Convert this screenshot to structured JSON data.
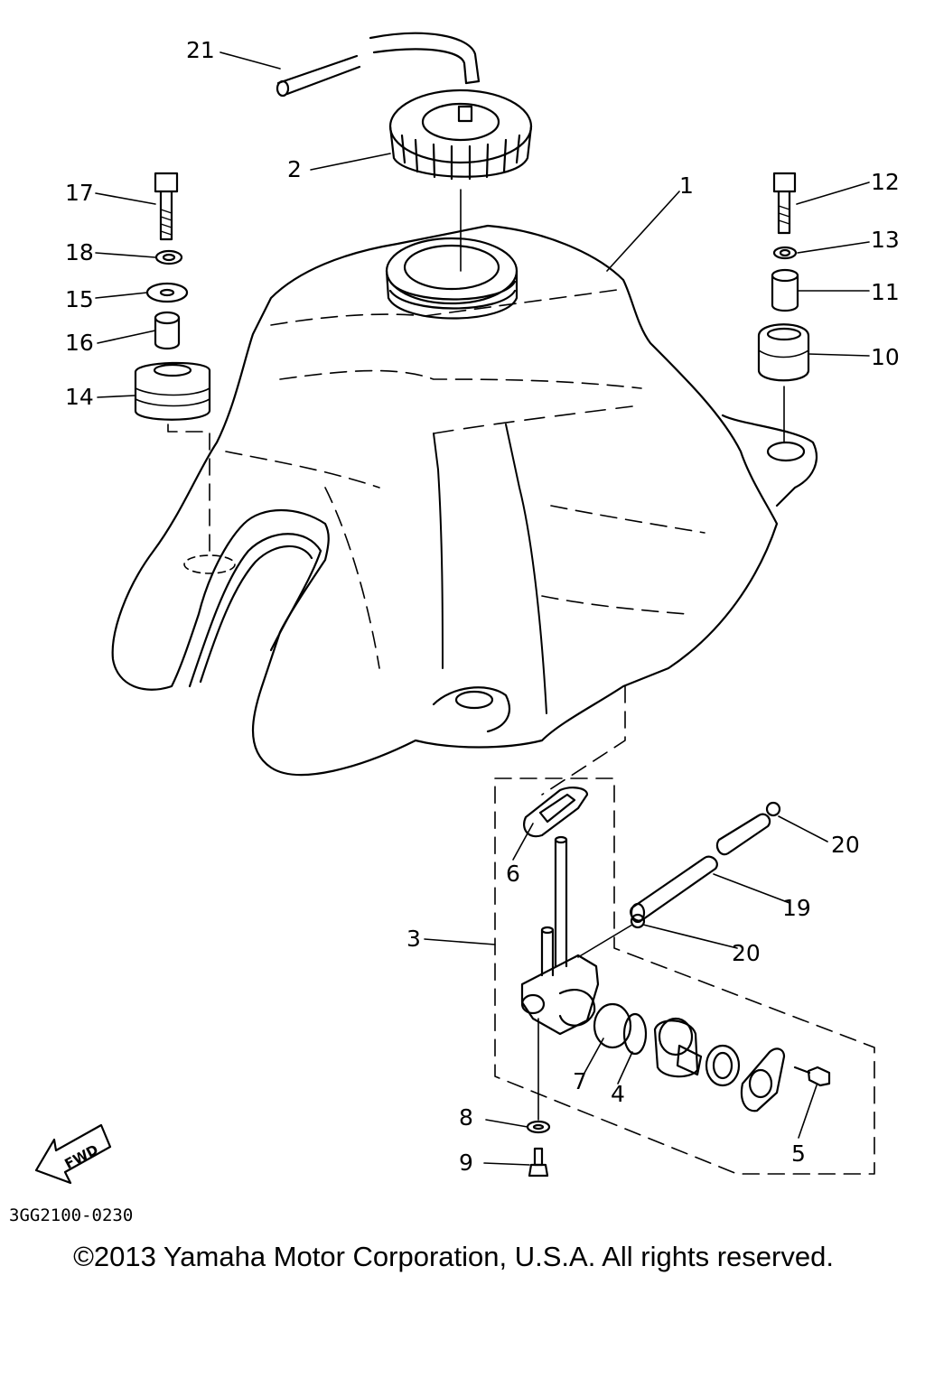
{
  "diagram": {
    "part_labels": [
      "21",
      "2",
      "1",
      "17",
      "18",
      "15",
      "16",
      "14",
      "12",
      "13",
      "11",
      "10",
      "6",
      "3",
      "20",
      "19",
      "20",
      "7",
      "4",
      "8",
      "9",
      "5"
    ],
    "fwd_label": "FWD",
    "drawing_code": "3GG2100-0230"
  },
  "footer": {
    "copyright": "©2013 Yamaha Motor Corporation, U.S.A. All rights reserved."
  }
}
